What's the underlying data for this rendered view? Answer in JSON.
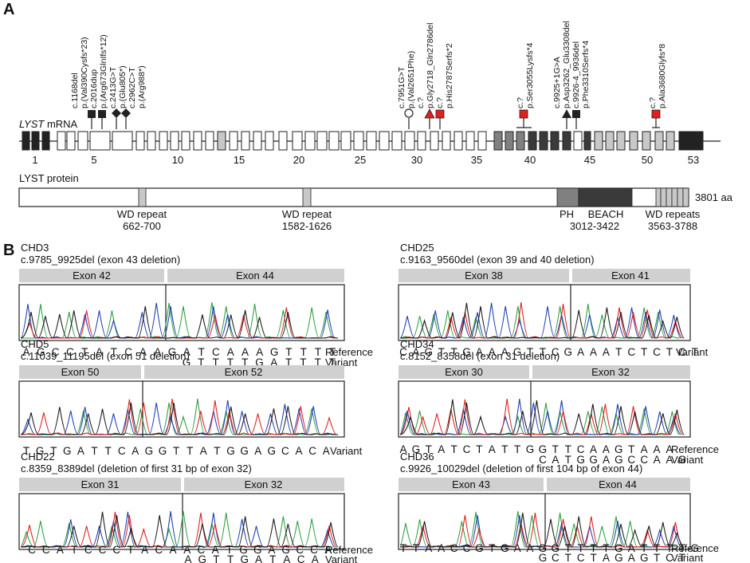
{
  "panelA": {
    "letter": "A",
    "mrna_label_gene": "LYST",
    "mrna_label_suffix": " mRNA",
    "protein_label": "LYST protein",
    "protein_length": "3801 aa",
    "exon_numbers": [
      "1",
      "5",
      "10",
      "15",
      "20",
      "25",
      "30",
      "35",
      "40",
      "45",
      "50",
      "53"
    ],
    "variant_groups": [
      {
        "lines": [
          "c.1168del",
          "p.(Val390Cysfs*23)"
        ]
      },
      {
        "lines": [
          "c.2016dup",
          "p.(Arg673GlnIfs*12)"
        ]
      },
      {
        "lines": [
          "c.2413G>T",
          "p.(Glu805*)"
        ]
      },
      {
        "lines": [
          "c.2962C>T",
          "p.(Arg988*)"
        ]
      },
      {
        "lines": [
          "c.7951G>T",
          "p.(Val2651Phe)"
        ]
      },
      {
        "lines": [
          "c.?",
          "p.Gly2718_Gln2786del"
        ]
      },
      {
        "lines": [
          "c.?",
          "p.His2787Serfs*2"
        ]
      },
      {
        "lines": [
          "c.?",
          "p.Ser3055Lysfs*4"
        ]
      },
      {
        "lines": [
          "c.9925+1G>A",
          "p.Asp3262_Glu3308del"
        ]
      },
      {
        "lines": [
          "c.9926-4_9936del",
          "p.Phe3310Serfs*4"
        ]
      },
      {
        "lines": [
          "c.?",
          "p.Ala3680Glyfs*8"
        ]
      }
    ],
    "domains": [
      {
        "lines": [
          "WD repeat",
          "662-700"
        ]
      },
      {
        "lines": [
          "WD repeat",
          "1582-1626"
        ]
      },
      {
        "lines": [
          "PH"
        ]
      },
      {
        "lines": [
          "BEACH"
        ]
      },
      {
        "lines": [
          "3012-3422"
        ]
      },
      {
        "lines": [
          "WD repeats",
          "3563-3788"
        ]
      }
    ],
    "colors": {
      "black": "#222222",
      "dark": "#3a3a3a",
      "mid": "#808080",
      "light": "#c8c8c8",
      "red": "#e0201e"
    }
  },
  "panelB": {
    "letter": "B",
    "reference_label": "Reference",
    "variant_label": "Variant",
    "cases": [
      {
        "id": "CHD3",
        "desc": "c.9785_9925del (exon 43 deletion)",
        "exons": [
          "Exon 42",
          "Exon 44"
        ],
        "reference": "AGCCTATCAAGATCAAAGTTTT",
        "variant": "GTTTTGATTTT"
      },
      {
        "id": "CHD5",
        "desc": "c.11039_11195del (exon 51 deletion)",
        "exons": [
          "Exon 50",
          "Exon 52"
        ],
        "variant": "TGTGATTCAGGTTATGGAGCACA"
      },
      {
        "id": "CHD22",
        "desc": "c.8359_8389del (deletion of first 31 bp of exon 32)",
        "exons": [
          "Exon 31",
          "Exon 32"
        ],
        "reference": "CCATCCCTACAACATGGAGCCA",
        "variant": "AGTTGATACA"
      },
      {
        "id": "CHD25",
        "desc": "c.9163_9560del (exon 39 and 40 deletion)",
        "exons": [
          "Exon 38",
          "Exon 41"
        ],
        "variant": "CAGTTGAAAGTTCGAAATCTCTCT"
      },
      {
        "id": "CHD34",
        "desc": "c.8152_8358del (exon 31 deletion)",
        "exons": [
          "Exon 30",
          "Exon 32"
        ],
        "reference": "AGTATCTATTGGTTCAAGTAAA",
        "variant": "CATGGAGCCAAG"
      },
      {
        "id": "CHD36",
        "desc": "c.9926_10029del (deletion of first 104 bp of exon 44)",
        "exons": [
          "Exon 43",
          "Exon 44"
        ],
        "reference": "TTAACCGTGAAGGTTTTGATTTTG",
        "variant": "GCTCTAGAGTCT"
      }
    ]
  }
}
